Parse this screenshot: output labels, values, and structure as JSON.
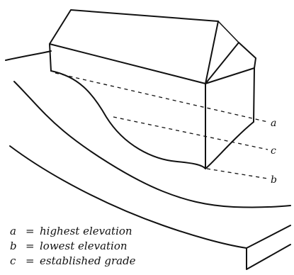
{
  "callouts": {
    "a": "a",
    "c": "c",
    "b": "b"
  },
  "legend": [
    {
      "key": "a",
      "eq": "=",
      "text": "highest elevation"
    },
    {
      "key": "b",
      "eq": "=",
      "text": "lowest elevation"
    },
    {
      "key": "c",
      "eq": "=",
      "text": "established grade"
    }
  ]
}
